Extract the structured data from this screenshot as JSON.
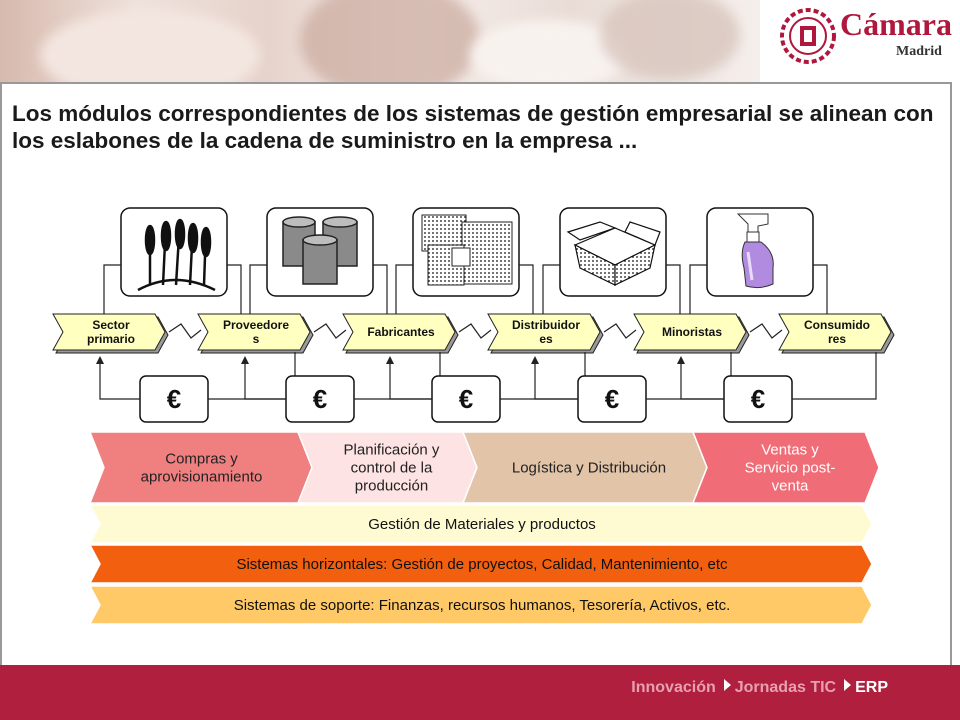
{
  "header": {
    "logo_text": "Cámara",
    "logo_sub": "Madrid"
  },
  "title": "Los módulos correspondientes de los sistemas de gestión empresarial se alinean con los eslabones de la cadena de suministro en la empresa ...",
  "chain": {
    "nodes": [
      {
        "line1": "Sector",
        "line2": "primario",
        "icon": "wheat-icon"
      },
      {
        "line1": "Proveedore",
        "line2": "s",
        "icon": "barrels-icon"
      },
      {
        "line1": "Fabricantes",
        "line2": "",
        "icon": "factory-boxes-icon"
      },
      {
        "line1": "Distribuidor",
        "line2": "es",
        "icon": "open-box-icon"
      },
      {
        "line1": "Minoristas",
        "line2": "",
        "icon": "spray-bottle-icon"
      },
      {
        "line1": "Consumido",
        "line2": "res",
        "icon": ""
      }
    ],
    "money_symbol": "€"
  },
  "processes": [
    {
      "lines": [
        "Compras y",
        "aprovisionamiento"
      ],
      "color": "#f08080"
    },
    {
      "lines": [
        "Planificación y",
        "control de la",
        "producción"
      ],
      "color": "#fde3e3"
    },
    {
      "lines": [
        "Logística y Distribución"
      ],
      "color": "#e2c4a8"
    },
    {
      "lines": [
        "Ventas y",
        "Servicio post-",
        "venta"
      ],
      "color": "#f06c76"
    }
  ],
  "bands": [
    {
      "label": "Gestión de Materiales y productos",
      "color": "#fefbd2"
    },
    {
      "label": "Sistemas horizontales: Gestión de proyectos, Calidad, Mantenimiento, etc",
      "color": "#f25f0f"
    },
    {
      "label": "Sistemas de soporte: Finanzas, recursos humanos, Tesorería, Activos, etc.",
      "color": "#fec966"
    }
  ],
  "colors": {
    "footer": "#b11f3f",
    "chevron": "#ffffc0",
    "brand": "#b0173c"
  },
  "footer": {
    "crumb1": "Innovación",
    "crumb2": "Jornadas TIC",
    "crumb3": "ERP"
  }
}
